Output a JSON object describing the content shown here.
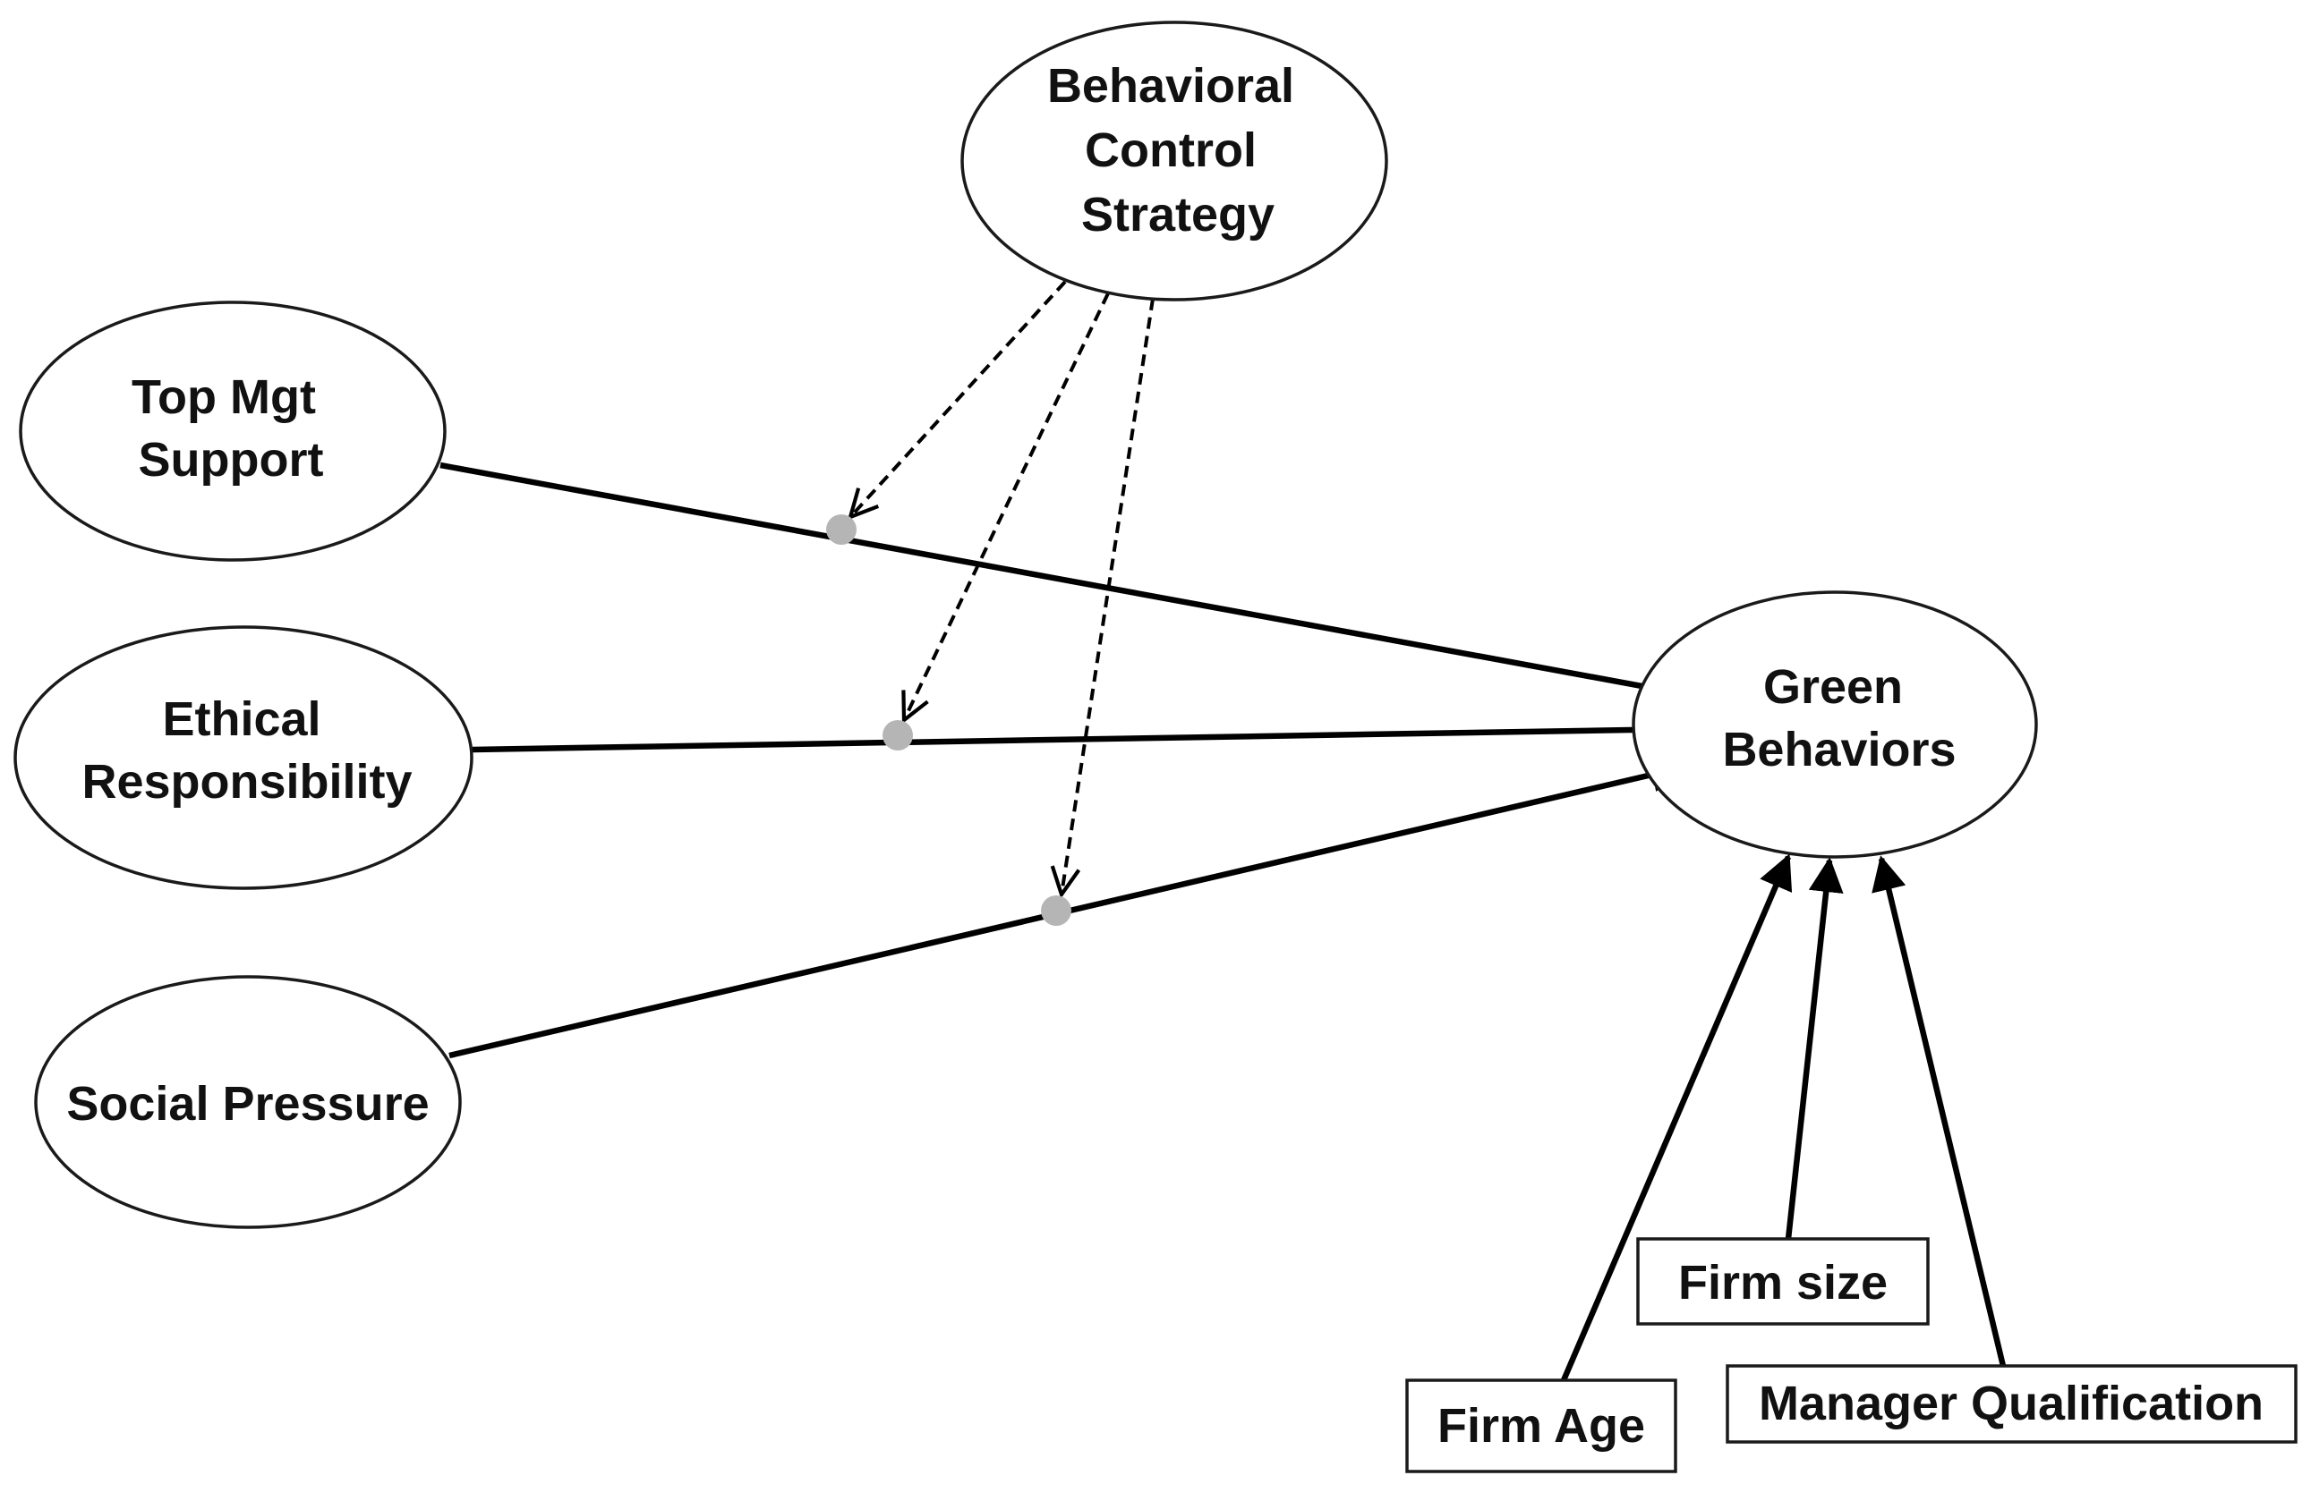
{
  "nodes": {
    "behavioral_control": {
      "kind": "latent",
      "label_lines": [
        "Behavioral",
        "Control",
        "Strategy"
      ]
    },
    "top_mgt": {
      "kind": "latent",
      "label_lines": [
        "Top Mgt",
        "Support"
      ]
    },
    "ethical": {
      "kind": "latent",
      "label_lines": [
        "Ethical",
        "Responsibility"
      ]
    },
    "social": {
      "kind": "latent",
      "label_lines": [
        "Social Pressure"
      ]
    },
    "green": {
      "kind": "latent",
      "label_lines": [
        "Green",
        "Behaviors"
      ]
    },
    "firm_size": {
      "kind": "observed",
      "label_lines": [
        "Firm size"
      ]
    },
    "firm_age": {
      "kind": "observed",
      "label_lines": [
        "Firm Age"
      ]
    },
    "manager_qual": {
      "kind": "observed",
      "label_lines": [
        "Manager Qualification"
      ]
    }
  },
  "edges": [
    {
      "from": "top_mgt",
      "to": "green",
      "style": "solid"
    },
    {
      "from": "ethical",
      "to": "green",
      "style": "solid"
    },
    {
      "from": "social",
      "to": "green",
      "style": "solid"
    },
    {
      "from": "firm_age",
      "to": "green",
      "style": "solid"
    },
    {
      "from": "firm_size",
      "to": "green",
      "style": "solid"
    },
    {
      "from": "manager_qual",
      "to": "green",
      "style": "solid"
    }
  ],
  "moderations": [
    {
      "from": "behavioral_control",
      "target_edge": "top_mgt->green",
      "style": "dashed"
    },
    {
      "from": "behavioral_control",
      "target_edge": "ethical->green",
      "style": "dashed"
    },
    {
      "from": "behavioral_control",
      "target_edge": "social->green",
      "style": "dashed"
    }
  ],
  "colors": {
    "stroke": "#000000",
    "junction": "#b5b5b5",
    "background": "#ffffff"
  }
}
